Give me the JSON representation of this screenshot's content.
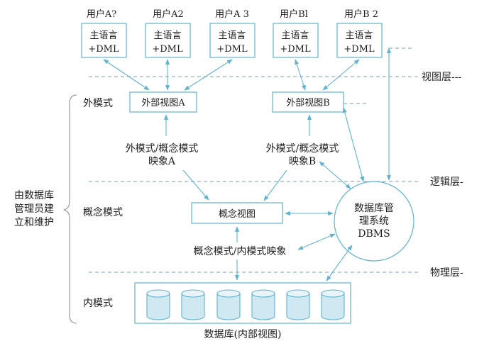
{
  "users": [
    {
      "name": "用户A?",
      "box_line1": "主语言",
      "box_line2": "+DML"
    },
    {
      "name": "用户A2",
      "box_line1": "主语言",
      "box_line2": "+DML"
    },
    {
      "name": "用户A 3",
      "box_line1": "主语言",
      "box_line2": "+DML"
    },
    {
      "name": "用户Bl",
      "box_line1": "主语言",
      "box_line2": "+DML"
    },
    {
      "name": "用户B 2",
      "box_line1": "主语言",
      "box_line2": "+DML"
    }
  ],
  "layers": {
    "view": "视图层---",
    "logic": "逻辑层-",
    "physical": "物理层-"
  },
  "schemas": {
    "external": "外模式",
    "conceptual": "概念模式",
    "internal": "内模式"
  },
  "external_views": {
    "a": "外部视图A",
    "b": "外部视图B"
  },
  "mappings": {
    "a_line1": "外模式/概念模式",
    "a_line2": "映象A",
    "b_line1": "外模式/概念模式",
    "b_line2": "映象B",
    "internal": "概念模式/内模式映象"
  },
  "conceptual_view": "概念视图",
  "dbms": {
    "line1": "数据库管",
    "line2": "理系统",
    "line3": "DBMS"
  },
  "maintainer": {
    "line1": "由数据库",
    "line2": "管理员建",
    "line3": "立和维护"
  },
  "database_caption": "数据库(内部视图)",
  "colors": {
    "box_border": "#5fb3cf",
    "box_fill": "#ffffff",
    "arrow": "#5fb3cf",
    "dashed": "#7a9fb0",
    "cylinder_fill": "#cfe8f1",
    "text": "#1e1e1e"
  }
}
